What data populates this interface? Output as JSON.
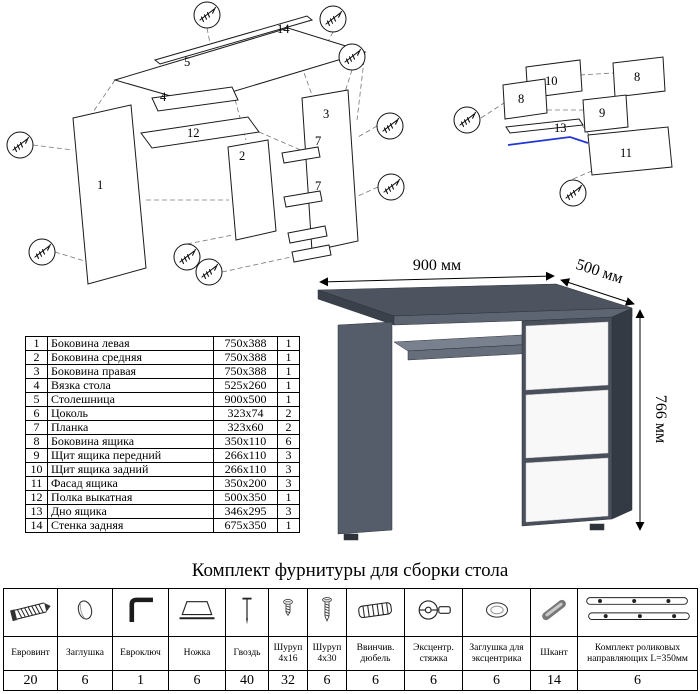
{
  "colors": {
    "desk_gray": "#4d545f",
    "desk_side_dark": "#343a43",
    "drawer_white": "#f8f8f8",
    "insert_guide_blue": "#2236d4"
  },
  "diagram_left": {
    "labels": {
      "p1": "1",
      "p2": "2",
      "p3": "3",
      "p4": "4",
      "p5": "5",
      "p7a": "7",
      "p7b": "7",
      "p12": "12",
      "p14": "14"
    }
  },
  "diagram_right": {
    "labels": {
      "p8a": "8",
      "p8b": "8",
      "p9": "9",
      "p10": "10",
      "p11": "11",
      "p13": "13"
    }
  },
  "desk": {
    "dim_width": "900 мм",
    "dim_depth": "500 мм",
    "dim_height": "766 мм"
  },
  "parts": [
    {
      "num": "1",
      "name": "Боковина левая",
      "size": "750x388",
      "qty": "1"
    },
    {
      "num": "2",
      "name": "Боковина средняя",
      "size": "750x388",
      "qty": "1"
    },
    {
      "num": "3",
      "name": "Боковина правая",
      "size": "750x388",
      "qty": "1"
    },
    {
      "num": "4",
      "name": "Вязка стола",
      "size": "525x260",
      "qty": "1"
    },
    {
      "num": "5",
      "name": "Столешница",
      "size": "900x500",
      "qty": "1"
    },
    {
      "num": "6",
      "name": "Цоколь",
      "size": "323x74",
      "qty": "2"
    },
    {
      "num": "7",
      "name": "Планка",
      "size": "323x60",
      "qty": "2"
    },
    {
      "num": "8",
      "name": "Боковина ящика",
      "size": "350x110",
      "qty": "6"
    },
    {
      "num": "9",
      "name": "Щит ящика передний",
      "size": "266x110",
      "qty": "3"
    },
    {
      "num": "10",
      "name": "Щит ящика задний",
      "size": "266x110",
      "qty": "3"
    },
    {
      "num": "11",
      "name": "Фасад ящика",
      "size": "350x200",
      "qty": "3"
    },
    {
      "num": "12",
      "name": "Полка выкатная",
      "size": "500x350",
      "qty": "1"
    },
    {
      "num": "13",
      "name": "Дно ящика",
      "size": "346x295",
      "qty": "3"
    },
    {
      "num": "14",
      "name": "Стенка задняя",
      "size": "675x350",
      "qty": "1"
    }
  ],
  "hardware_title": "Комплект фурнитуры для сборки стола",
  "hardware": [
    {
      "label": "Евровинт",
      "qty": "20",
      "icon": "euro-screw-icon"
    },
    {
      "label": "Заглушка",
      "qty": "6",
      "icon": "cap-icon"
    },
    {
      "label": "Евроключ",
      "qty": "1",
      "icon": "hex-key-icon"
    },
    {
      "label": "Ножка",
      "qty": "6",
      "icon": "foot-icon"
    },
    {
      "label": "Гвоздь",
      "qty": "40",
      "icon": "nail-icon"
    },
    {
      "label": "Шуруп 4x16",
      "qty": "32",
      "icon": "screw-short-icon"
    },
    {
      "label": "Шуруп 4x30",
      "qty": "6",
      "icon": "screw-long-icon"
    },
    {
      "label": "Ввинчив. дюбель",
      "qty": "6",
      "icon": "threaded-dowel-icon"
    },
    {
      "label": "Эксцентр. стяжка",
      "qty": "6",
      "icon": "cam-lock-icon"
    },
    {
      "label": "Заглушка для эксцентрика",
      "qty": "6",
      "icon": "cam-cap-icon"
    },
    {
      "label": "Шкант",
      "qty": "14",
      "icon": "wood-dowel-icon"
    },
    {
      "label": "Комплект роликовых направляющих L=350мм",
      "qty": "6",
      "icon": "drawer-slides-icon"
    }
  ]
}
